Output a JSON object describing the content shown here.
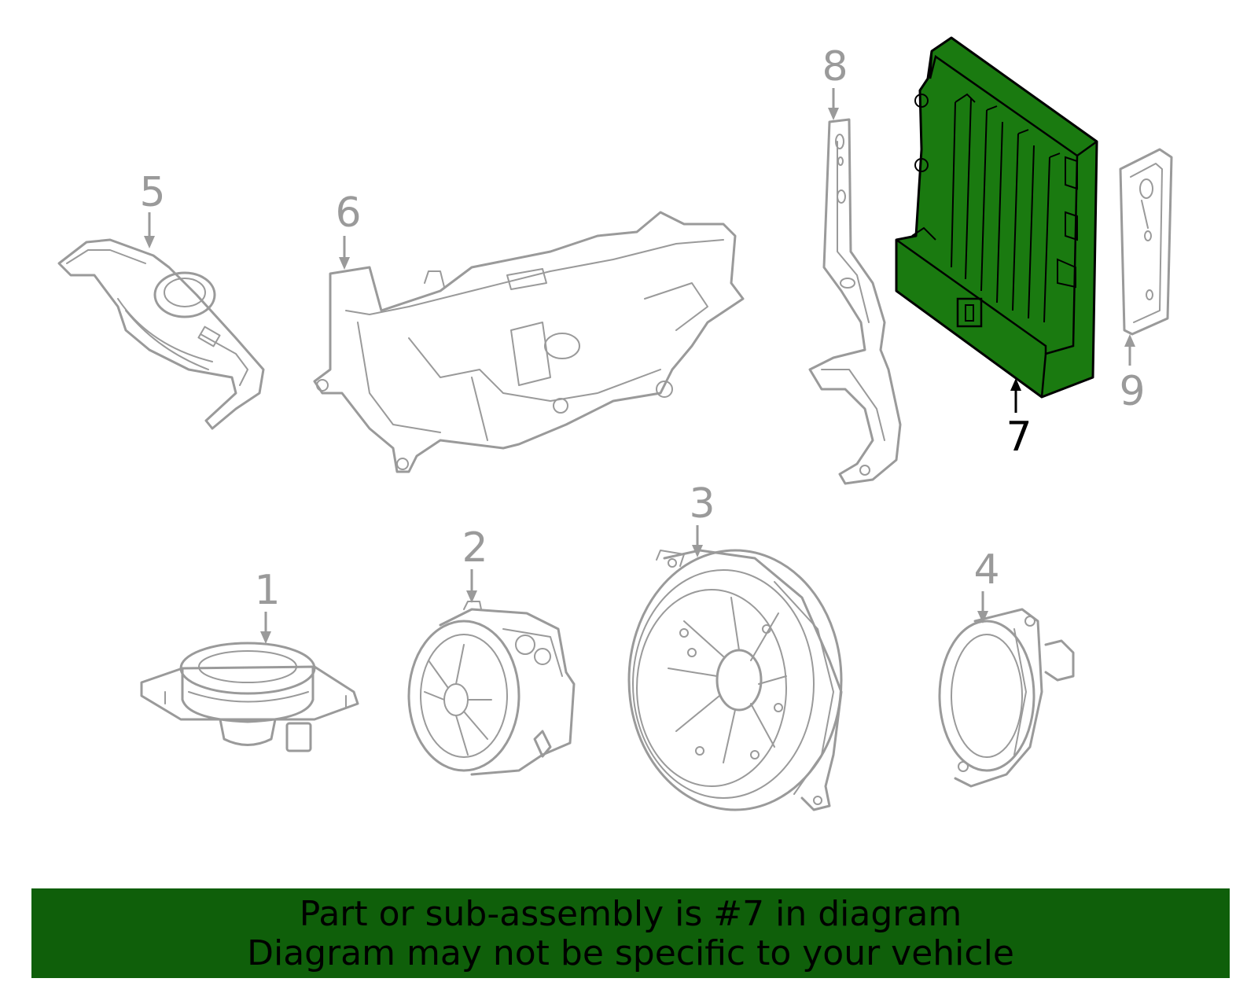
{
  "callouts": [
    {
      "id": "1",
      "label": "1"
    },
    {
      "id": "2",
      "label": "2"
    },
    {
      "id": "3",
      "label": "3"
    },
    {
      "id": "4",
      "label": "4"
    },
    {
      "id": "5",
      "label": "5"
    },
    {
      "id": "6",
      "label": "6"
    },
    {
      "id": "7",
      "label": "7"
    },
    {
      "id": "8",
      "label": "8"
    },
    {
      "id": "9",
      "label": "9"
    }
  ],
  "highlighted_part": "7",
  "colors": {
    "highlight_fill": "#1a7a10",
    "part_stroke": "#9a9a9a",
    "banner_bg": "#0f5f0a"
  },
  "banner": {
    "line1": "Part or sub-assembly is #7 in diagram",
    "line2": "Diagram may not be specific to your vehicle"
  }
}
